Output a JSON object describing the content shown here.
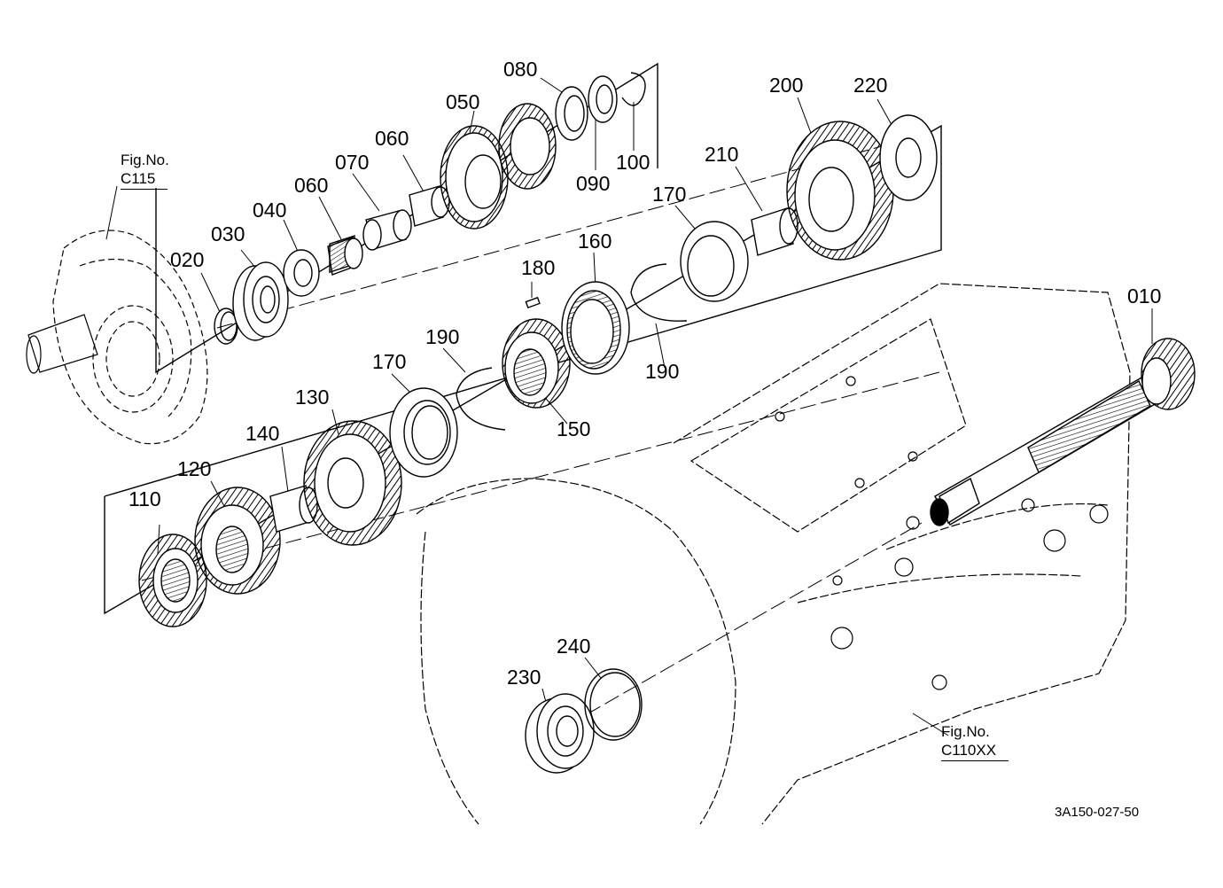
{
  "labels": {
    "p010": "010",
    "p020": "020",
    "p030": "030",
    "p040": "040",
    "p050": "050",
    "p060a": "060",
    "p060b": "060",
    "p070": "070",
    "p080": "080",
    "p090": "090",
    "p100": "100",
    "p110": "110",
    "p120": "120",
    "p130": "130",
    "p140": "140",
    "p150": "150",
    "p160": "160",
    "p170a": "170",
    "p170b": "170",
    "p180": "180",
    "p190a": "190",
    "p190b": "190",
    "p200": "200",
    "p210": "210",
    "p220": "220",
    "p230": "230",
    "p240": "240"
  },
  "fig_refs": {
    "c115": {
      "prefix": "Fig.No.",
      "code": "C115"
    },
    "c110xx": {
      "prefix": "Fig.No.",
      "code": "C110XX"
    }
  },
  "drawing_number": "3A150-027-50",
  "icons": [
    "gear-icon",
    "bearing-icon",
    "shaft-icon",
    "housing-outline"
  ]
}
